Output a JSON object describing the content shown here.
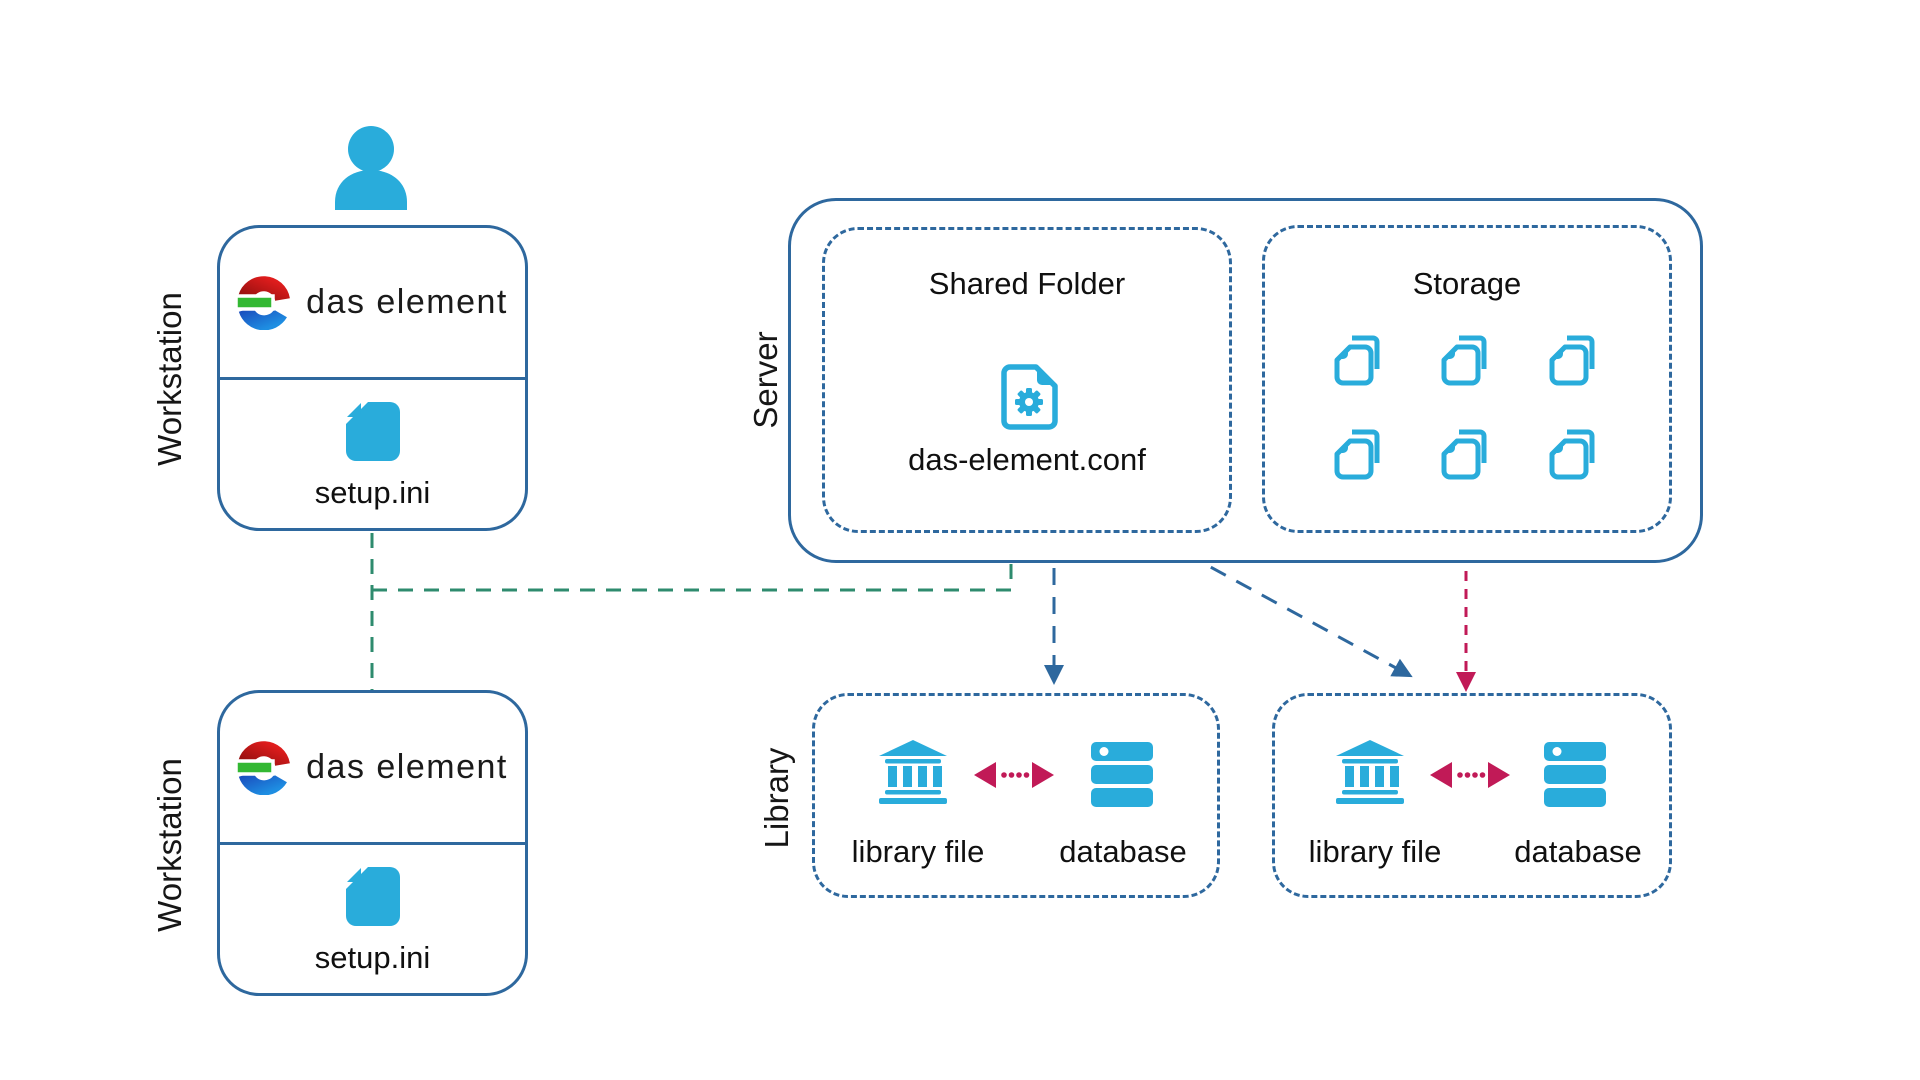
{
  "diagram": {
    "person": {
      "icon": "user-icon"
    },
    "workstations": [
      {
        "label": "Workstation",
        "app_name": "das element",
        "file_label": "setup.ini"
      },
      {
        "label": "Workstation",
        "app_name": "das element",
        "file_label": "setup.ini"
      }
    ],
    "server": {
      "label": "Server",
      "shared_folder": {
        "title": "Shared Folder",
        "config_file_label": "das-element.conf"
      },
      "storage": {
        "title": "Storage",
        "file_icon_count": 6
      }
    },
    "library": {
      "label": "Library",
      "instances": [
        {
          "file_label": "library file",
          "db_label": "database"
        },
        {
          "file_label": "library file",
          "db_label": "database"
        }
      ]
    },
    "colors": {
      "accent_cyan": "#29ACDB",
      "outline_blue": "#2E689E",
      "arrow_green": "#2E8B6E",
      "arrow_crimson": "#C11A57",
      "text": "#161616"
    }
  }
}
